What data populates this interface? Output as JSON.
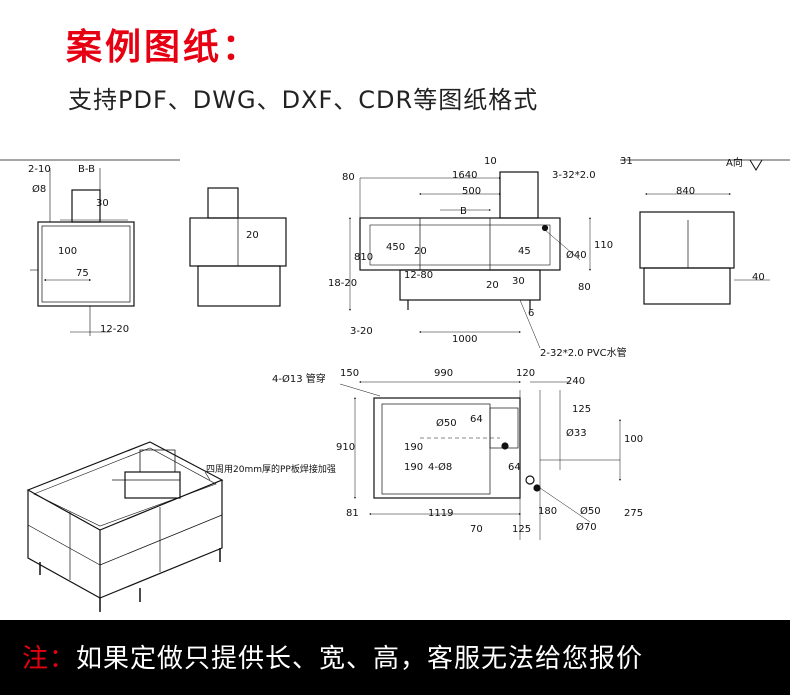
{
  "header": {
    "title": "案例图纸：",
    "subtitle": "支持PDF、DWG、DXF、CDR等图纸格式"
  },
  "drawing": {
    "top_left": {
      "dims": [
        "2-10",
        "B-B",
        "Ø8",
        "30",
        "100",
        "75",
        "12-20"
      ]
    },
    "top_middle": {
      "dims": [
        "20"
      ]
    },
    "top_center": {
      "dims": [
        "80",
        "1640",
        "10",
        "3-32*2.0",
        "500",
        "B",
        "450",
        "20",
        "45",
        "810",
        "18-20",
        "12-80",
        "20",
        "30",
        "80",
        "3-20",
        "1000",
        "6",
        "Ø40",
        "110"
      ],
      "pipe_label": "2-32*2.0 PVC水管"
    },
    "top_right": {
      "dims": [
        "31",
        "840",
        "40"
      ],
      "view_label": "A向"
    },
    "bottom_plan": {
      "dims": [
        "150",
        "990",
        "120",
        "240",
        "125",
        "4-Ø13 管穿",
        "910",
        "Ø50",
        "64",
        "Ø33",
        "100",
        "190",
        "190",
        "4-Ø8",
        "64",
        "81",
        "1119",
        "70",
        "125",
        "180",
        "Ø50",
        "Ø70",
        "275"
      ]
    },
    "iso_label": "四周用20mm厚的PP板焊接加强"
  },
  "footer": {
    "prefix": "注：",
    "text": "如果定做只提供长、宽、高，客服无法给您报价"
  },
  "colors": {
    "title": "#e60012",
    "footer_bg": "#000000",
    "footer_text": "#ffffff"
  }
}
